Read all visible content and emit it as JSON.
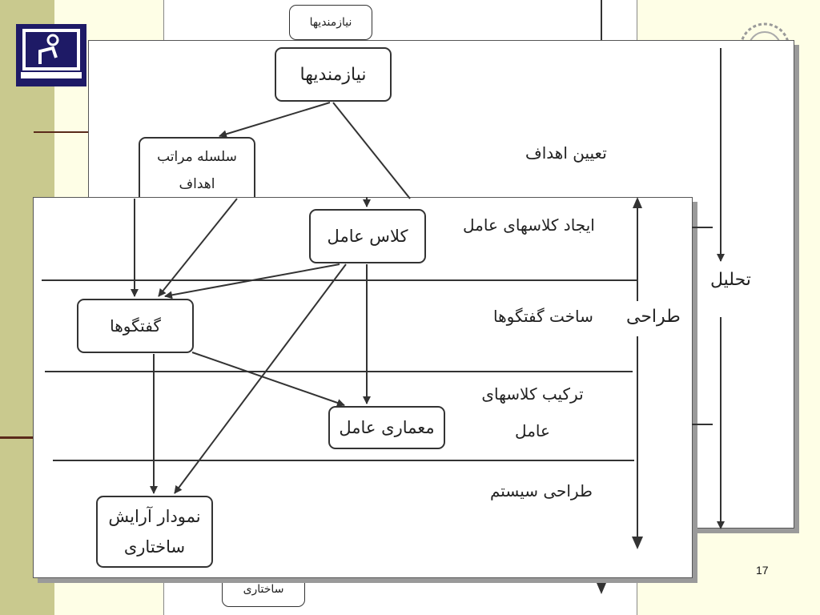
{
  "diagram": {
    "back_slide": {
      "top_box": "نیازمندیها",
      "bottom_box": "نمودار آرایش ساختاری"
    },
    "mid_slide": {
      "box_requirements": "نیازمندیها",
      "box_goal_hierarchy": "سلسله مراتب اهداف",
      "label_define_goals": "تعیین اهداف",
      "label_analysis": "تحلیل"
    },
    "front_slide": {
      "box_agent_class": "کلاس عامل",
      "box_conversations": "گفتگوها",
      "box_agent_architecture": "معماری عامل",
      "box_structure_diagram": "نمودار آرایش ساختاری",
      "label_create_agent_classes": "ایجاد کلاسهای عامل",
      "label_build_conversations": "ساخت گفتگوها",
      "label_compose_agent_classes": "ترکیب کلاسهای عامل",
      "label_system_design": "طراحی سیستم",
      "label_design": "طراحی"
    }
  },
  "page_number": "17",
  "colors": {
    "background": "#fefee6",
    "left_band": "#c9c98e",
    "logo": "#1e1a66",
    "divider": "#5a2a1a"
  },
  "icons": {
    "logo": "computer-user-icon",
    "emblem": "gear-emblem-icon"
  }
}
